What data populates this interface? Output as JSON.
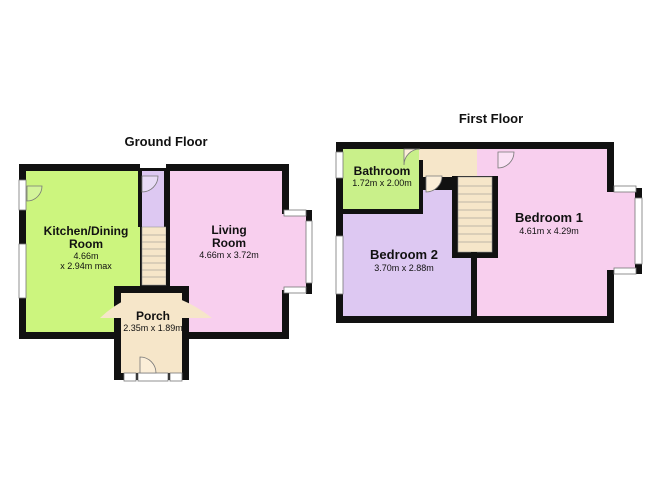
{
  "floors": {
    "ground": {
      "title": "Ground Floor",
      "kitchen": {
        "name_line1": "Kitchen/Dining",
        "name_line2": "Room",
        "dim_line1": "4.66m",
        "dim_line2": "x 2.94m max"
      },
      "living": {
        "name_line1": "Living",
        "name_line2": "Room",
        "dim": "4.66m x 3.72m"
      },
      "porch": {
        "name": "Porch",
        "dim": "2.35m x 1.89m"
      }
    },
    "first": {
      "title": "First Floor",
      "bathroom": {
        "name": "Bathroom",
        "dim": "1.72m x 2.00m"
      },
      "bedroom1": {
        "name": "Bedroom 1",
        "dim": "4.61m x 4.29m"
      },
      "bedroom2": {
        "name": "Bedroom 2",
        "dim": "3.70m x 2.88m"
      }
    }
  },
  "colors": {
    "kitchen": "#ccf57e",
    "living": "#f8cfee",
    "porch": "#f6e6c9",
    "hall": "#ddc8f2",
    "stairs": "#f6e6c9",
    "bathroom": "#c9f08a",
    "bedroom1": "#f8cfee",
    "bedroom2": "#ddc8f2",
    "landing": "#f6e6c9",
    "wall": "#111111"
  }
}
